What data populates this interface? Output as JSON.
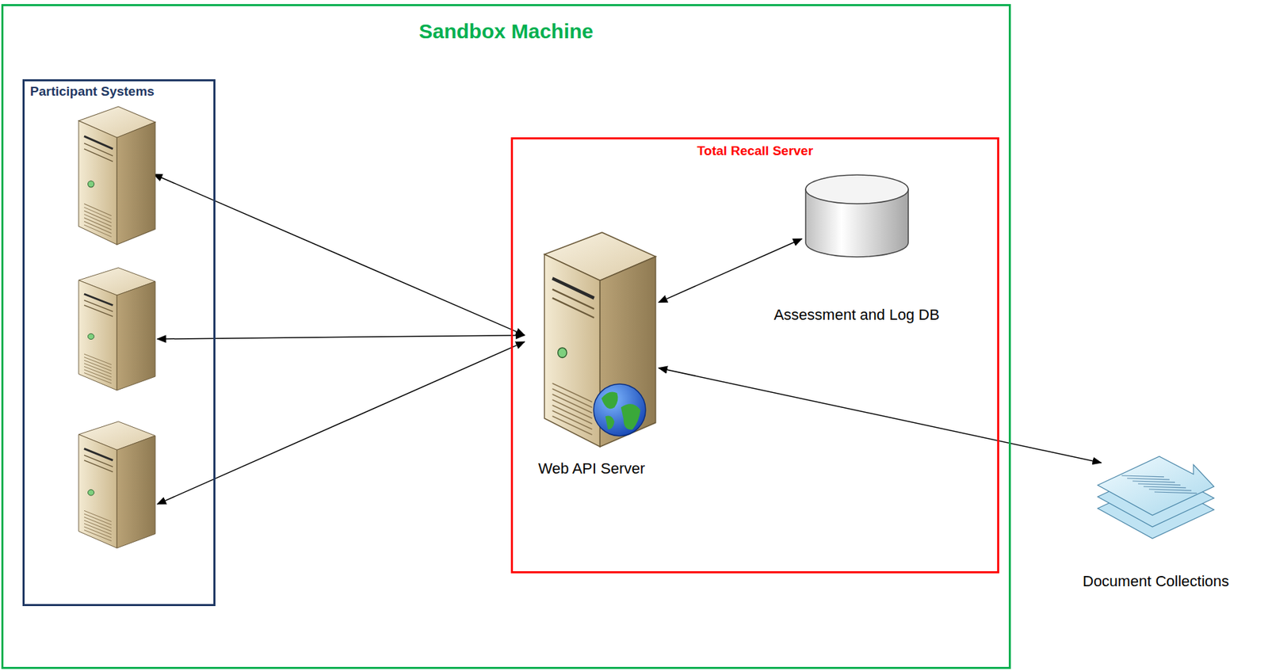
{
  "diagram": {
    "nodes": [
      {
        "text": [
          "Sandbox Machine"
        ]
      },
      {
        "text": [
          "Participant Systems"
        ],
        "in": 0
      },
      {
        "text": [
          "Total Recall Server"
        ],
        "in": 0
      },
      {
        "text": [
          "Web API Server"
        ],
        "in": 2
      },
      {
        "text": [
          "Assessment and Log DB"
        ],
        "in": 2
      },
      {
        "text": [
          "Document Collections"
        ]
      }
    ],
    "edges": [
      {
        "from": 1,
        "to": 3,
        "arrow": "both"
      },
      {
        "from": 1,
        "to": 3,
        "arrow": "both"
      },
      {
        "from": 1,
        "to": 3,
        "arrow": "both"
      },
      {
        "from": 3,
        "to": 4,
        "arrow": "both"
      },
      {
        "from": 3,
        "to": 5,
        "arrow": "both"
      }
    ]
  }
}
